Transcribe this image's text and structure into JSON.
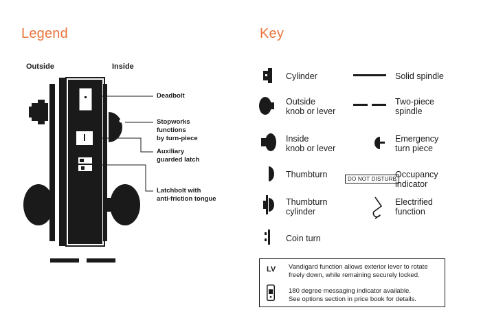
{
  "legend": {
    "title": "Legend",
    "outside_label": "Outside",
    "inside_label": "Inside",
    "callouts": {
      "deadbolt": "Deadbolt",
      "stopworks": [
        "Stopworks",
        "functions",
        "by turn-piece"
      ],
      "auxiliary": [
        "Auxiliary",
        "guarded latch"
      ],
      "latchbolt": [
        "Latchbolt with",
        "anti-friction tongue"
      ]
    }
  },
  "key": {
    "title": "Key",
    "items": {
      "cylinder": [
        "Cylinder"
      ],
      "outside_knob": [
        "Outside",
        "knob or lever"
      ],
      "inside_knob": [
        "Inside",
        "knob or lever"
      ],
      "thumbturn": [
        "Thumbturn"
      ],
      "thumbturn_cylinder": [
        "Thumbturn",
        "cylinder"
      ],
      "coin_turn": [
        "Coin turn"
      ],
      "solid_spindle": [
        "Solid spindle"
      ],
      "two_piece_spindle": [
        "Two-piece",
        "spindle"
      ],
      "emergency_turn_piece": [
        "Emergency",
        "turn piece"
      ],
      "occupancy_indicator": [
        "Occupancy",
        "indicator"
      ],
      "electrified_function": [
        "Electrified",
        "function"
      ]
    },
    "dnd_text": "DO NOT DISTURB"
  },
  "notes": {
    "lv_code": "LV",
    "lv_text": [
      "Vandigard function allows exterior lever to rotate",
      "freely down, while remaining securely locked."
    ],
    "indicator_text": [
      "180 degree messaging indicator available.",
      "See options section in price book for details."
    ]
  }
}
